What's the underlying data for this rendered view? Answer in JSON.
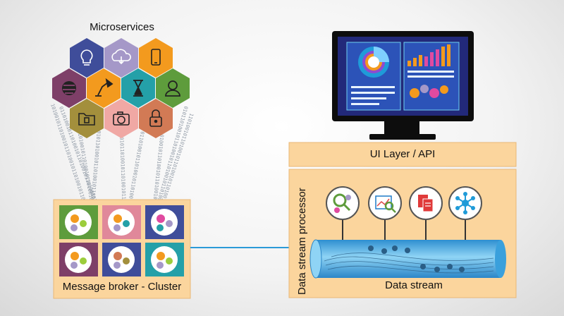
{
  "labels": {
    "microservices": "Microservices",
    "message_broker": "Message broker - Cluster",
    "ui_layer": "UI Layer / API",
    "data_stream_processor": "Data stream processor",
    "data_stream": "Data stream"
  },
  "hexagons": [
    {
      "icon": "lightbulb-icon",
      "color": "#3f4d9a"
    },
    {
      "icon": "cloud-download-icon",
      "color": "#a598c8"
    },
    {
      "icon": "smartphone-icon",
      "color": "#f39a1e"
    },
    {
      "icon": "globe-icon",
      "color": "#7e3f68"
    },
    {
      "icon": "desk-lamp-icon",
      "color": "#f39a1e"
    },
    {
      "icon": "hourglass-icon",
      "color": "#24a0a8"
    },
    {
      "icon": "user-icon",
      "color": "#5e9c3c"
    },
    {
      "icon": "folder-icon",
      "color": "#a38f3c"
    },
    {
      "icon": "camera-icon",
      "color": "#f0a8a4"
    },
    {
      "icon": "padlock-icon",
      "color": "#d27a55"
    }
  ],
  "broker_tiles": [
    {
      "color": "#5e9c3c"
    },
    {
      "color": "#e0889a"
    },
    {
      "color": "#3f4d9a"
    },
    {
      "color": "#7e3f68"
    },
    {
      "color": "#3f4d9a"
    },
    {
      "color": "#24a0a8"
    }
  ],
  "processor_icons": [
    "search-gears-icon",
    "chart-search-icon",
    "documents-icon",
    "network-hub-icon"
  ],
  "colors": {
    "panel": "#fbd59d",
    "panel_border": "#e8b878",
    "screen": "#22297a",
    "pipe": "#4ab3e8",
    "connector": "#2b9ad8"
  }
}
